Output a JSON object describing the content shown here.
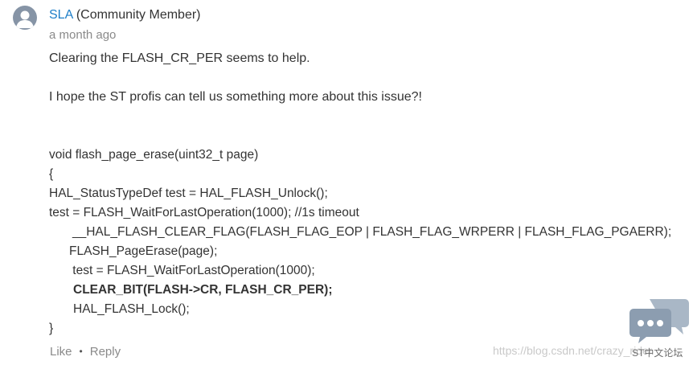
{
  "post": {
    "author_name": "SLA",
    "author_role": "(Community Member)",
    "timestamp": "a month ago",
    "paragraph_1": "Clearing the FLASH_CR_PER seems to help.",
    "paragraph_2": "I hope the ST profis can tell us something more about this issue?!",
    "code": [
      "void flash_page_erase(uint32_t page)",
      "{",
      "HAL_StatusTypeDef test = HAL_FLASH_Unlock();",
      "test = FLASH_WaitForLastOperation(1000); //1s timeout",
      "__HAL_FLASH_CLEAR_FLAG(FLASH_FLAG_EOP | FLASH_FLAG_WRPERR | FLASH_FLAG_PGAERR);",
      "FLASH_PageErase(page);",
      " test = FLASH_WaitForLastOperation(1000);",
      "CLEAR_BIT(FLASH->CR, FLASH_CR_PER);",
      "HAL_FLASH_Lock();",
      "}"
    ]
  },
  "actions": {
    "like": "Like",
    "separator": "•",
    "reply": "Reply"
  },
  "watermark": {
    "url": "https://blog.csdn.net/crazy_rider",
    "forum_label": "ST中文论坛"
  },
  "icons": {
    "avatar": "user-avatar-icon",
    "forum_logo": "chat-bubbles-icon"
  },
  "colors": {
    "link": "#1e7ec8",
    "muted": "#8a8a8a",
    "avatar_bg": "#8694a6",
    "logo_bubble": "#8c9db0"
  }
}
